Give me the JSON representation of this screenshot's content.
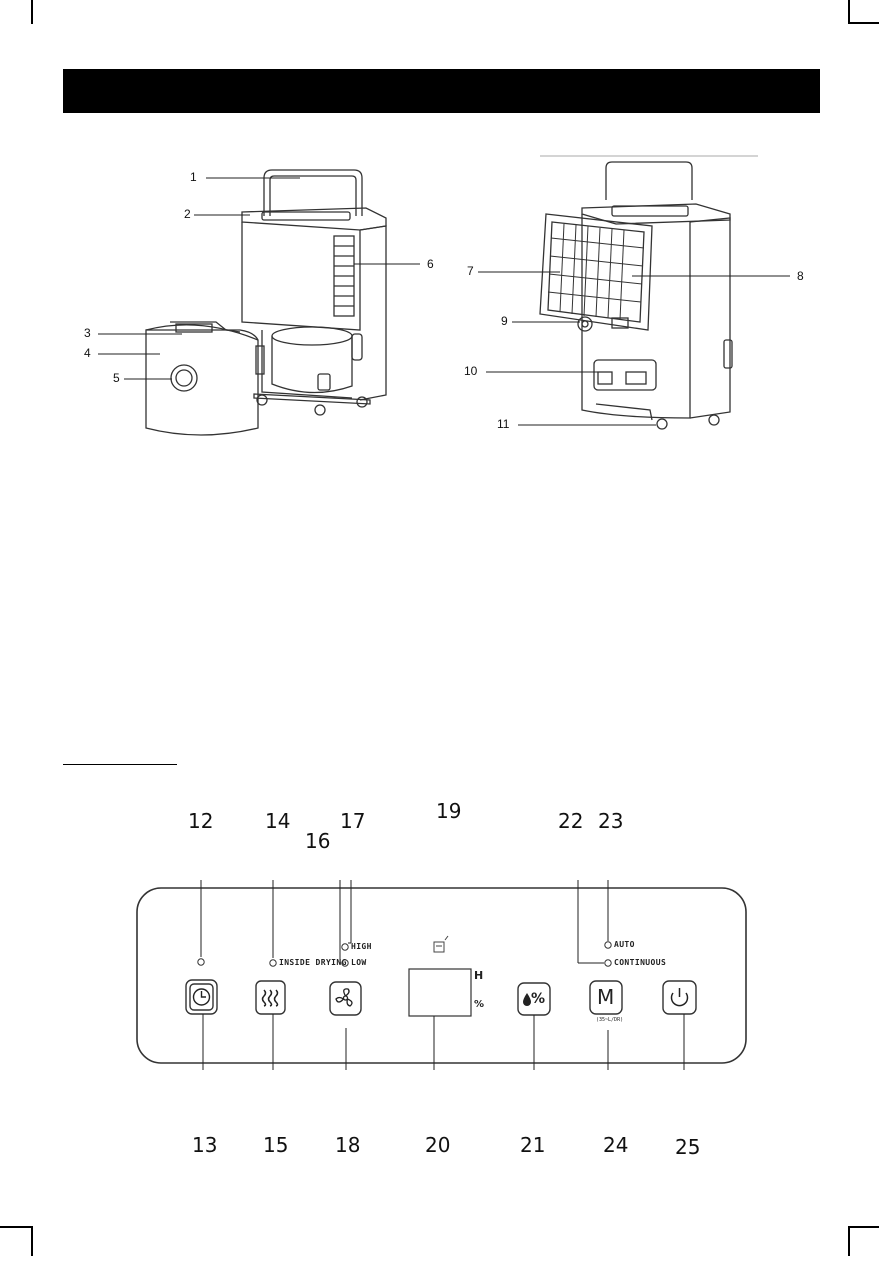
{
  "product_callouts": [
    "1",
    "2",
    "3",
    "4",
    "5",
    "6",
    "7",
    "8",
    "9",
    "10",
    "11"
  ],
  "panel_callouts": [
    "12",
    "13",
    "14",
    "15",
    "16",
    "17",
    "18",
    "19",
    "20",
    "21",
    "22",
    "23",
    "24",
    "25"
  ],
  "panel_labels": {
    "inside_drying": "INSIDE DRYING",
    "high": "HIGH",
    "low": "LOW",
    "auto": "AUTO",
    "continuous": "CONTINUOUS",
    "mode_sub": "(35~L/DR)",
    "display_h": "H",
    "display_pct": "%",
    "mode_letter": "M",
    "humidity_glyph": "%"
  },
  "icons": {
    "timer": "clock-icon",
    "inside_drying": "heat-waves-icon",
    "fan": "fan-icon",
    "tank_full": "tank-full-icon",
    "humidity": "droplet-percent-icon",
    "mode": "mode-m-icon",
    "power": "power-icon"
  }
}
